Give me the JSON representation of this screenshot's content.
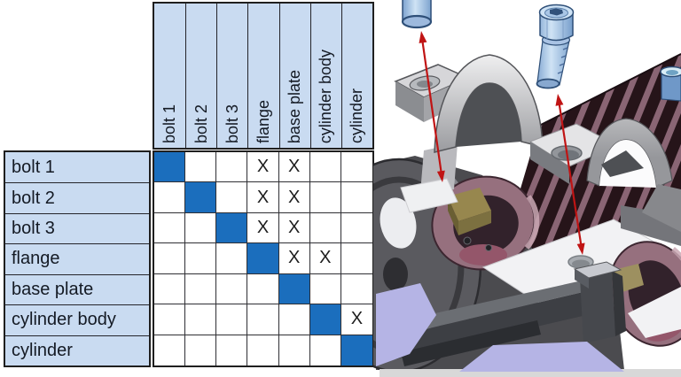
{
  "matrix": {
    "row_labels": [
      "bolt 1",
      "bolt 2",
      "bolt 3",
      "flange",
      "base plate",
      "cylinder body",
      "cylinder"
    ],
    "col_labels": [
      "bolt 1",
      "bolt 2",
      "bolt 3",
      "flange",
      "base plate",
      "cylinder body",
      "cylinder"
    ],
    "mark": "X",
    "marks": [
      [
        0,
        3
      ],
      [
        0,
        4
      ],
      [
        1,
        3
      ],
      [
        1,
        4
      ],
      [
        2,
        3
      ],
      [
        2,
        4
      ],
      [
        3,
        4
      ],
      [
        3,
        5
      ],
      [
        5,
        6
      ]
    ],
    "diagonal_color": "#1b6ebd",
    "header_bg": "#c9dbf1"
  },
  "cad": {
    "colors": {
      "arrow_red": "#c01414",
      "bolt_light": "#cfe3f5",
      "bolt_mid": "#7da3cf",
      "bolt_edge": "#2e4f78",
      "fin_dark": "#261419",
      "fin_light": "#8a6574",
      "machinery_gray": "#4b4b4f",
      "flywheel_gray": "#5a5a5f",
      "journal_mauve": "#96707e",
      "journal_inner": "#32222b",
      "journal_crescent": "#94566a",
      "brass": "#97874e",
      "clamp_light": "#e9e9ea",
      "clamp_side": "#8b8d91",
      "beam_top": "#6b6e73",
      "beam_front": "#3d3f44",
      "lavender": "#b5b4e5",
      "base_white": "#f2f2f4",
      "floor_gray": "#d8d8d8"
    }
  }
}
